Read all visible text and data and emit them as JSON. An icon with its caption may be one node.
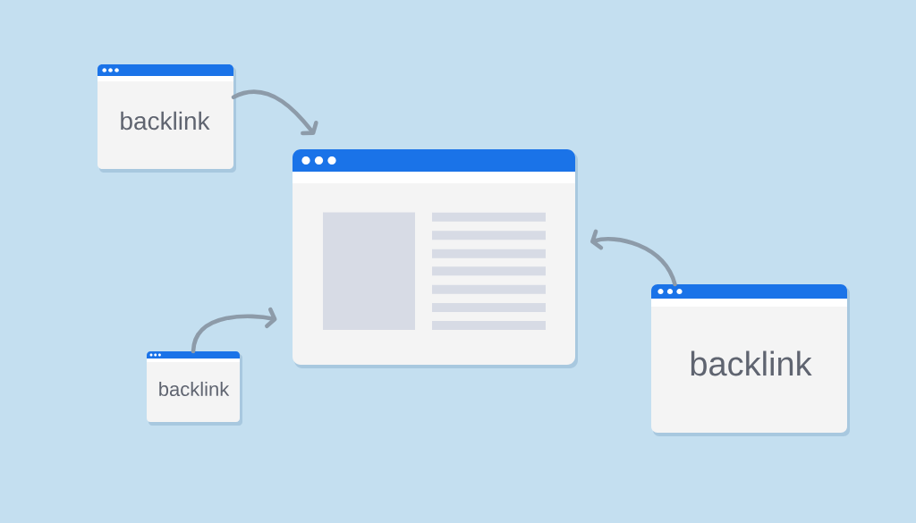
{
  "diagram": {
    "nodes": [
      {
        "text": [
          "backlink"
        ]
      },
      {
        "text": [],
        "shape": "box"
      },
      {
        "text": [
          "backlink"
        ]
      },
      {
        "text": [
          "backlink"
        ]
      }
    ],
    "edges": [
      {
        "from": 0,
        "to": 1,
        "arrow": "to"
      },
      {
        "from": 2,
        "to": 1,
        "arrow": "to"
      },
      {
        "from": 3,
        "to": 1,
        "arrow": "to"
      }
    ]
  }
}
